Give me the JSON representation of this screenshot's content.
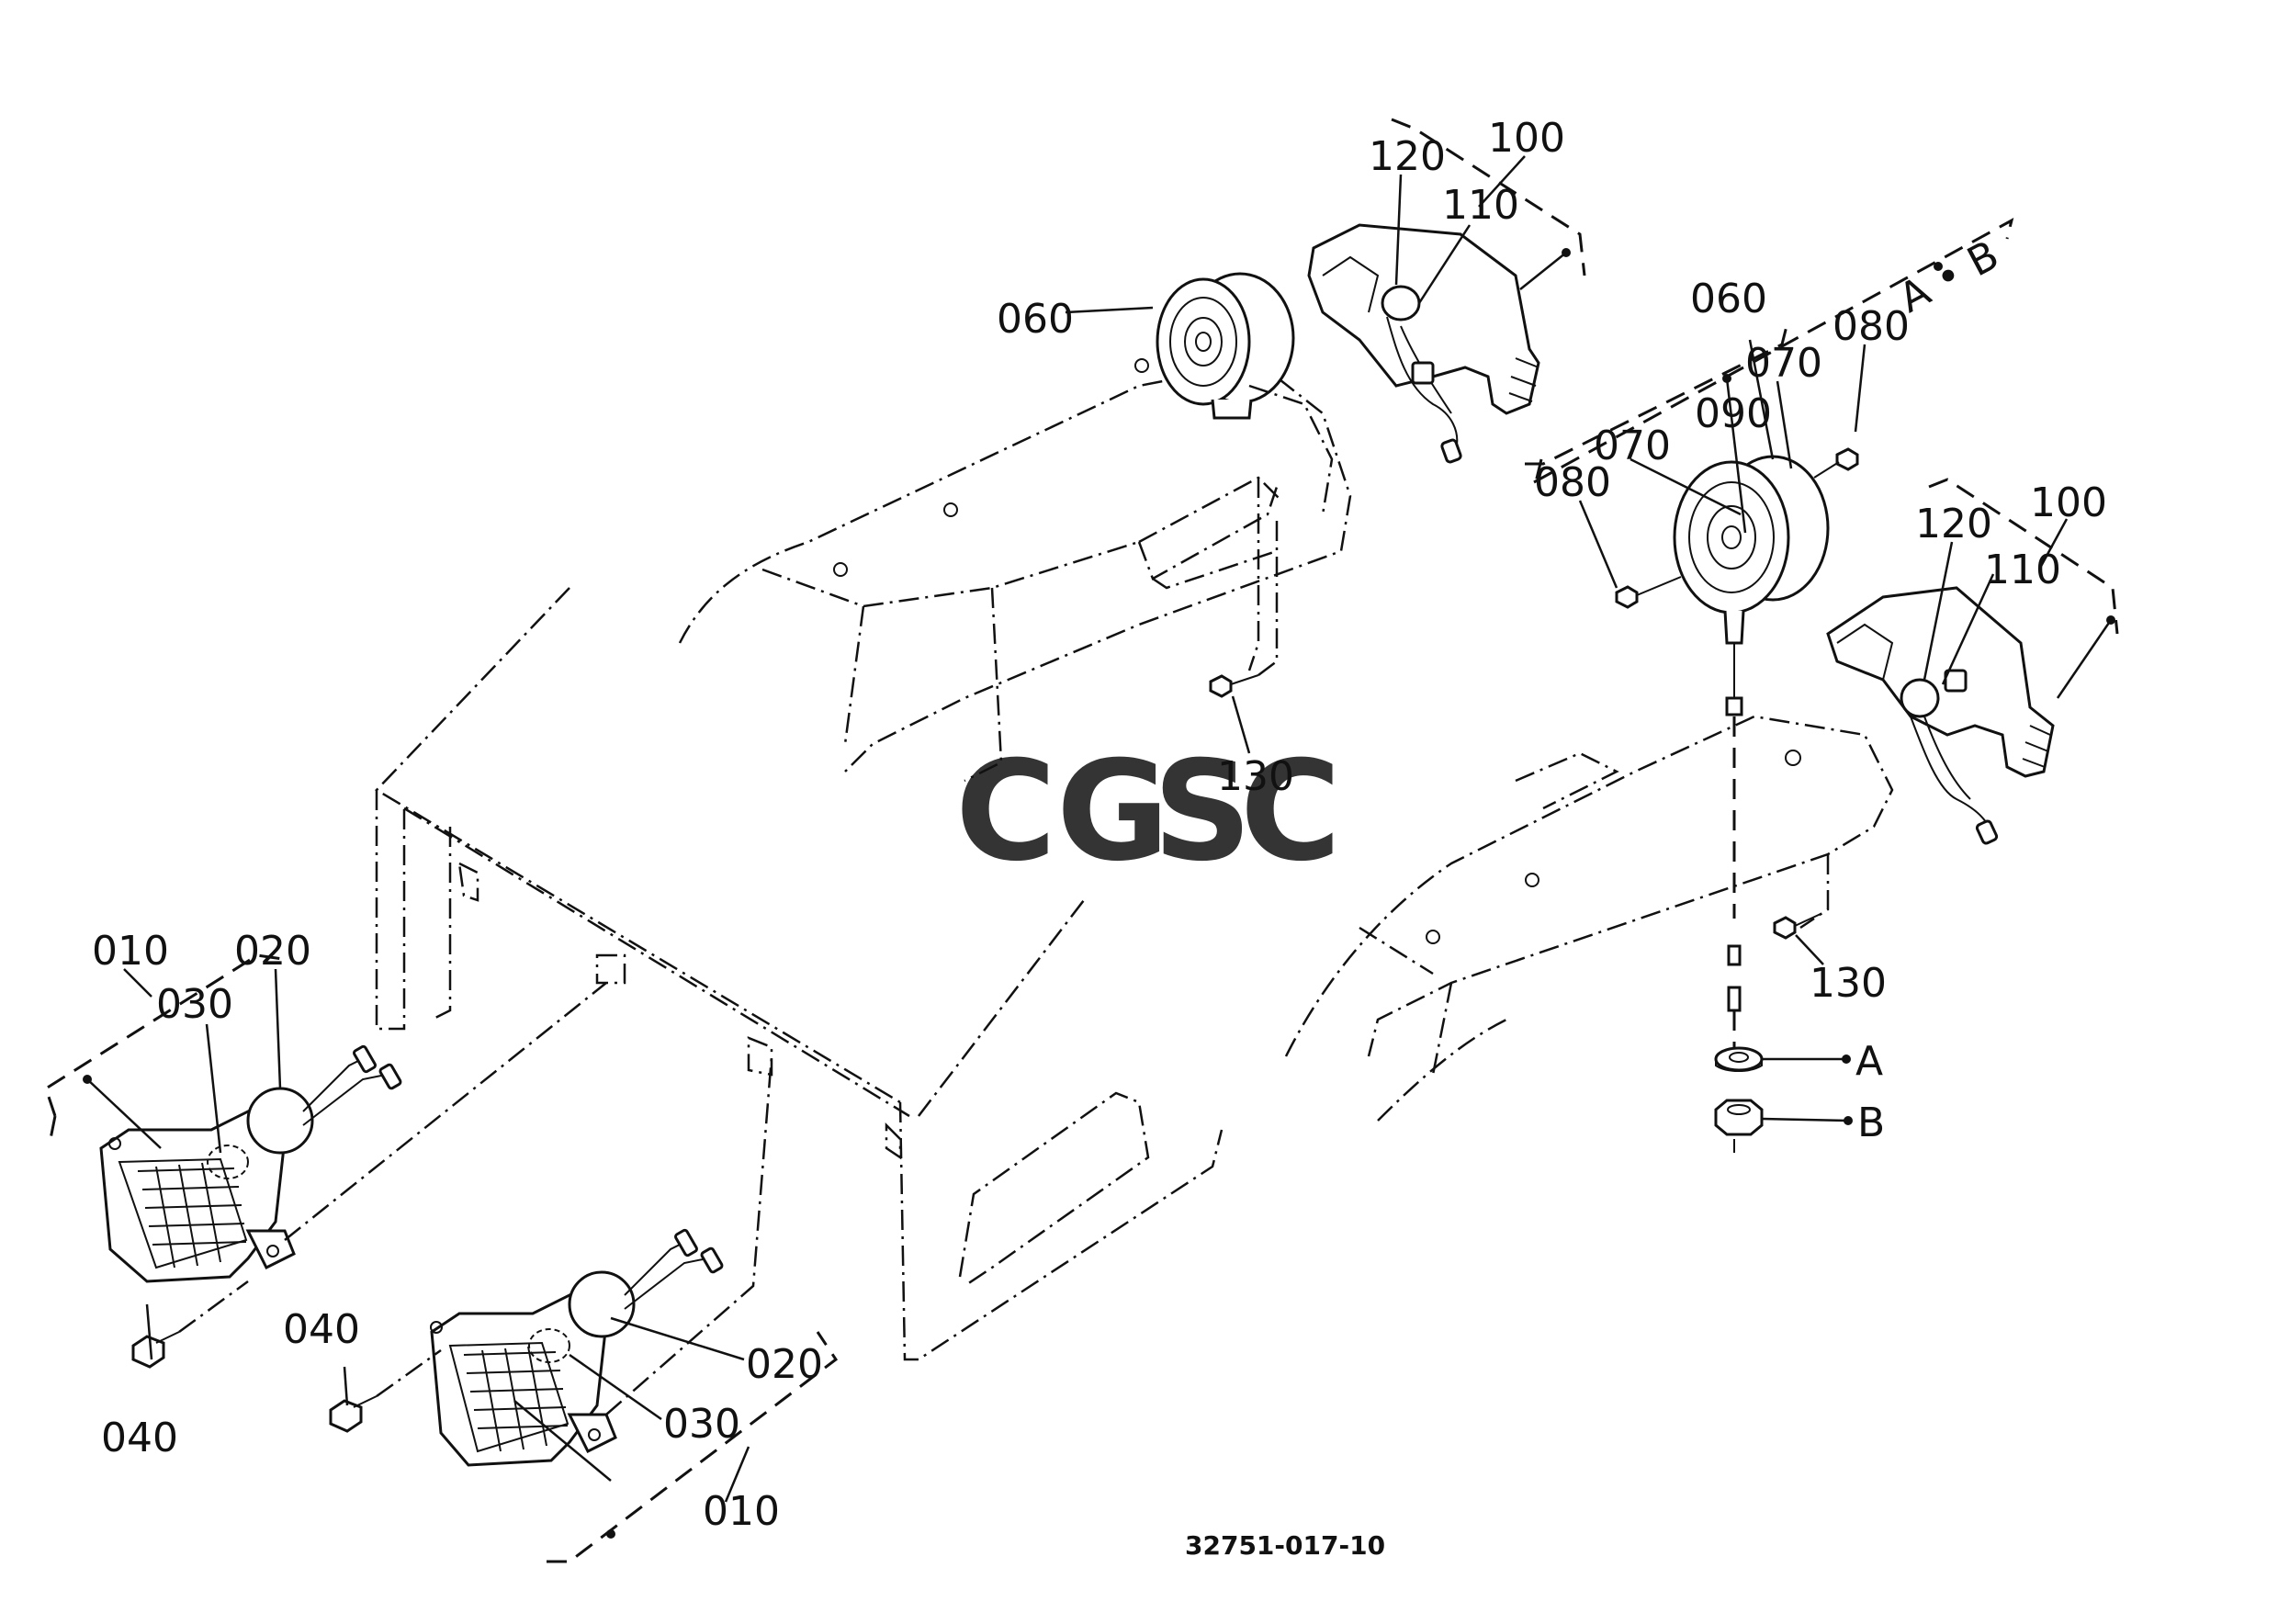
{
  "colors": {
    "watermark_c1": "#7da7f0",
    "watermark_g": "#f08c82",
    "watermark_s": "#f5cf62",
    "watermark_c2": "#72c39a",
    "line": "#111111"
  },
  "watermark": {
    "letters": [
      "C",
      "G",
      "S",
      "C"
    ]
  },
  "labels": {
    "l010_left": "010",
    "l020_left": "020",
    "l030_left": "030",
    "l040_left": "040",
    "l040_mid": "040",
    "l020_bottom": "020",
    "l030_bottom": "030",
    "l010_bottom": "010",
    "l060_left": "060",
    "l120_left": "120",
    "l100_left": "100",
    "l110_left": "110",
    "l130_center": "130",
    "l060_right": "060",
    "l070_right_top": "070",
    "l080_right_top": "080",
    "l070_right_mid": "070",
    "l090_right": "090",
    "l080_right_left": "080",
    "l120_right": "120",
    "l100_right": "100",
    "l110_right": "110",
    "l130_right": "130",
    "ref_ab": "A • B",
    "ref_a": "A",
    "ref_b": "B"
  },
  "drawing_number": "32751-017-10"
}
